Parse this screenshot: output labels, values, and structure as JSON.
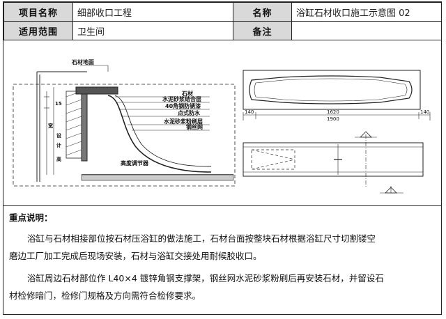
{
  "header": {
    "row1": {
      "project_label": "项目名称",
      "project_value": "细部收口工程",
      "name_label": "名称",
      "name_value": "浴缸石材收口施工示意图 02"
    },
    "row2": {
      "scope_label": "适用范围",
      "scope_value": "卫生间",
      "remark_label": "备注",
      "remark_value": ""
    }
  },
  "drawing": {
    "section_labels": {
      "top": "石材地面",
      "stone": "石材",
      "mortar1": "水泥砂浆结合层",
      "angle": "40角钢防锈漆",
      "waterproof": "点式防水",
      "mortar2": "水泥砂浆粉刷层",
      "mesh": "钢丝网",
      "adjust": "高度调节器",
      "dim_15": "15",
      "dim_a": "宽",
      "dim_b": "设",
      "dim_c": "计",
      "dim_d": "高"
    },
    "plan_dims": {
      "left": "140",
      "mid": "1620",
      "total": "1900",
      "right": "140"
    }
  },
  "notes": {
    "title": "重点说明：",
    "para1_line1": "浴缸与石材相接部位按石材压浴缸的做法施工，石材台面按整块石材根据浴缸尺寸切割镂空",
    "para1_line2": "磨边工厂加工完成后现场安装，石材与浴缸交接处用耐候胶收口。",
    "para2_line1": "浴缸周边石材部位作 L40×4 镀锌角钢支撑架，钢丝网水泥砂浆粉刷后再安装石材，并留设石",
    "para2_line2": "材检修暗门，检修门规格及方向需符合检修要求。"
  }
}
